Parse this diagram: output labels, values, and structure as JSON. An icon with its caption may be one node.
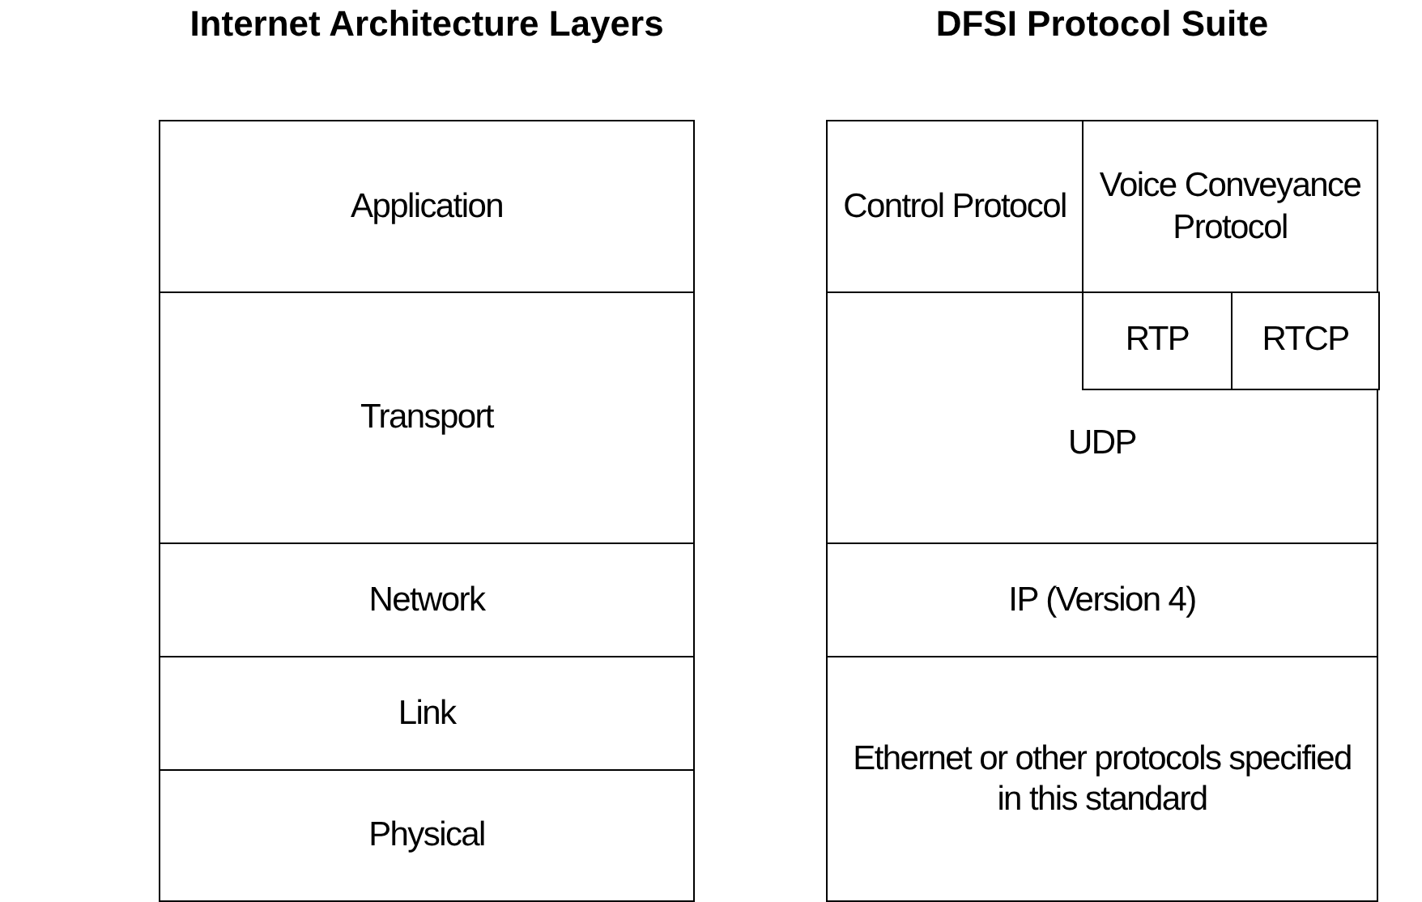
{
  "diagram": {
    "nodes": [
      {
        "text": [
          "Internet Architecture Layers"
        ]
      },
      {
        "text": [
          "Application"
        ],
        "in": 0
      },
      {
        "text": [
          "Transport"
        ],
        "in": 0
      },
      {
        "text": [
          "Network"
        ],
        "in": 0
      },
      {
        "text": [
          "Link"
        ],
        "in": 0
      },
      {
        "text": [
          "Physical"
        ],
        "in": 0
      },
      {
        "text": [
          "DFSI Protocol Suite"
        ]
      },
      {
        "text": [
          "Control Protocol"
        ],
        "in": 6
      },
      {
        "text": [
          "Voice Conveyance Protocol"
        ],
        "in": 6
      },
      {
        "text": [
          "UDP"
        ],
        "in": 6
      },
      {
        "text": [
          "RTP"
        ],
        "in": 9
      },
      {
        "text": [
          "RTCP"
        ],
        "in": 9
      },
      {
        "text": [
          "IP (Version 4)"
        ],
        "in": 6
      },
      {
        "text": [
          "Ethernet or other protocols specified in this standard"
        ],
        "in": 6
      }
    ]
  }
}
